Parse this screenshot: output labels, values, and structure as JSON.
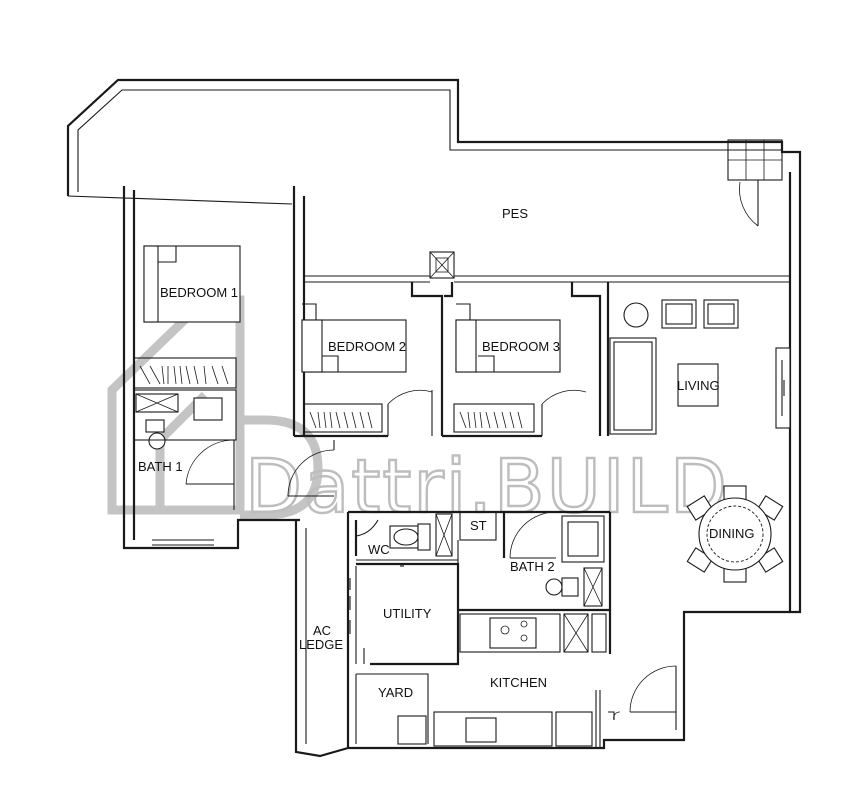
{
  "rooms": {
    "pes": "PES",
    "bedroom1": "BEDROOM 1",
    "bedroom2": "BEDROOM 2",
    "bedroom3": "BEDROOM 3",
    "living": "LIVING",
    "bath1": "BATH 1",
    "bath2": "BATH 2",
    "dining": "DINING",
    "wc": "WC",
    "st": "ST",
    "utility": "UTILITY",
    "ac_ledge_line1": "AC",
    "ac_ledge_line2": "LEDGE",
    "yard": "YARD",
    "kitchen": "KITCHEN"
  },
  "watermark": {
    "brand": "Dattri.BUILD",
    "color": "#bdbdbd"
  },
  "colors": {
    "line": "#1a1a1a",
    "background": "#ffffff"
  }
}
